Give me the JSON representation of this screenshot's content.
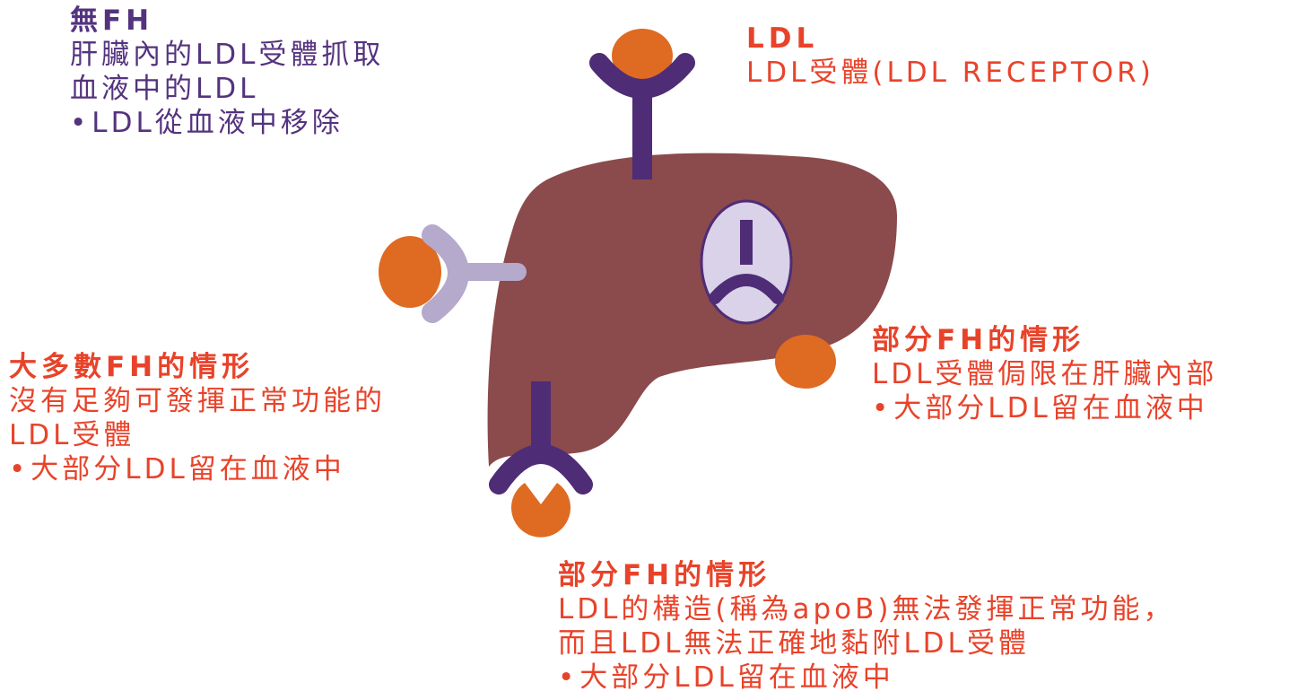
{
  "colors": {
    "liver": "#8b4a4b",
    "ldl": "#df6a22",
    "receptor_dark": "#4f2c76",
    "receptor_light": "#b5a9cc",
    "cell_fill": "#d9d2e8",
    "text_purple": "#54337e",
    "text_orange": "#e8432a"
  },
  "no_fh": {
    "title": "無FH",
    "line1": "肝臟內的LDL受體抓取",
    "line2": "血液中的LDL",
    "bullet": "LDL從血液中移除"
  },
  "legend": {
    "ldl": "LDL",
    "receptor": "LDL受體(LDL RECEPTOR)"
  },
  "most_fh": {
    "title": "大多數FH的情形",
    "line1": "沒有足夠可發揮正常功能的",
    "line2": "LDL受體",
    "bullet": "大部分LDL留在血液中"
  },
  "some_fh_trapped": {
    "title": "部分FH的情形",
    "line1": "LDL受體侷限在肝臟內部",
    "bullet": "大部分LDL留在血液中"
  },
  "some_fh_apob": {
    "title": "部分FH的情形",
    "line1": "LDL的構造(稱為apoB)無法發揮正常功能，",
    "line2": "而且LDL無法正確地黏附LDL受體",
    "bullet": "大部分LDL留在血液中"
  }
}
